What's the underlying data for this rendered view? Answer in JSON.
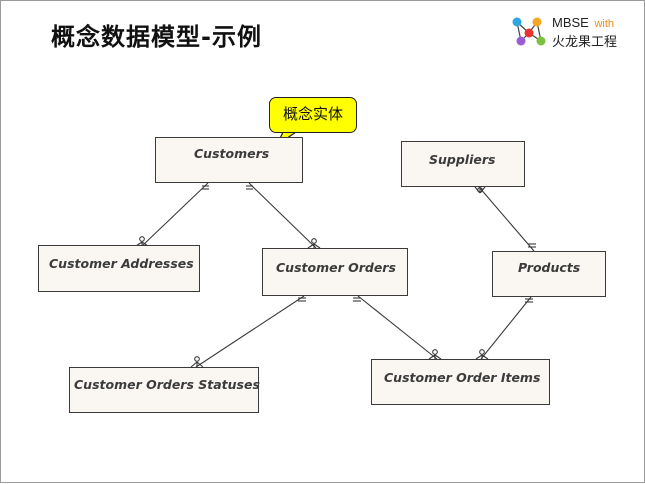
{
  "title": "概念数据模型-示例",
  "logo": {
    "line1": "MBSE",
    "with": "with",
    "line2": "火龙果工程"
  },
  "callout": "概念实体",
  "entities": {
    "customers": "Customers",
    "suppliers": "Suppliers",
    "customer_addresses": "Customer Addresses",
    "customer_orders": "Customer Orders",
    "products": "Products",
    "customer_orders_statuses": "Customer Orders Statuses",
    "customer_order_items": "Customer Order Items"
  }
}
